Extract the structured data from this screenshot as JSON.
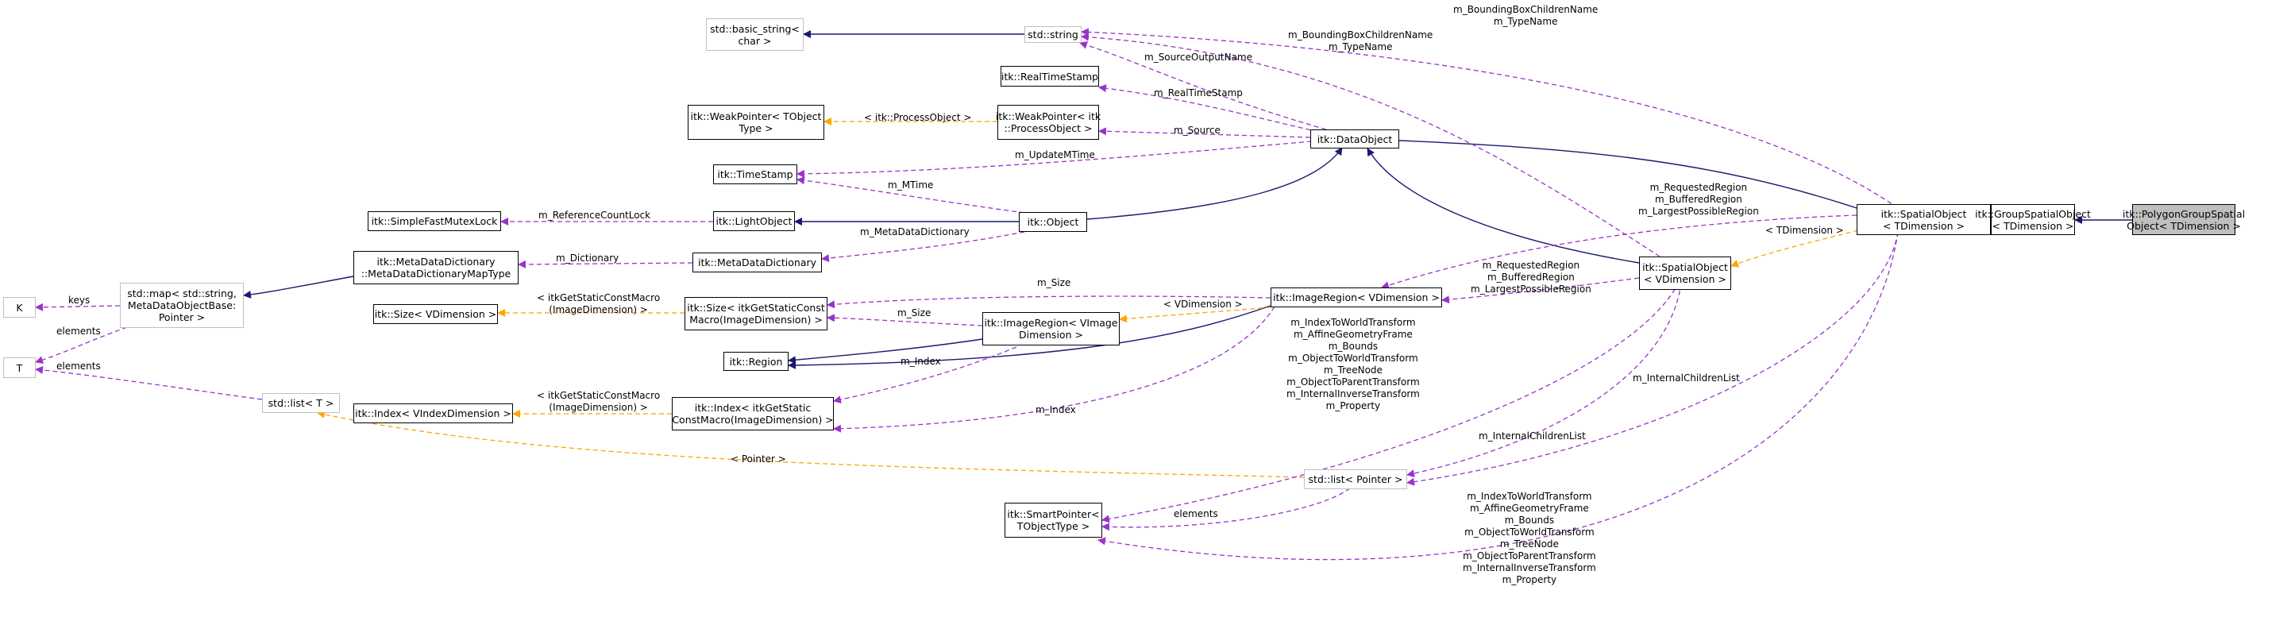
{
  "colors": {
    "inheritance": "#191970",
    "usage": "#9a32cd",
    "template": "#ffa500",
    "focus_fill": "#bfbfbf",
    "node_border": "#000000",
    "external_border": "#bfbfbf"
  },
  "nodes": {
    "basic_string": [
      "std::basic_string<",
      "char >"
    ],
    "std_string": [
      "std::string"
    ],
    "real_timestamp": [
      "itk::RealTimeStamp"
    ],
    "weakpointer_t": [
      "itk::WeakPointer< TObject",
      "Type >"
    ],
    "weakpointer_po": [
      "itk::WeakPointer< itk",
      "::ProcessObject >"
    ],
    "dataobject": [
      "itk::DataObject"
    ],
    "timestamp": [
      "itk::TimeStamp"
    ],
    "mutexlock": [
      "itk::SimpleFastMutexLock"
    ],
    "lightobject": [
      "itk::LightObject"
    ],
    "object": [
      "itk::Object"
    ],
    "mdd_maptype": [
      "itk::MetaDataDictionary",
      "::MetaDataDictionaryMapType"
    ],
    "mdd": [
      "itk::MetaDataDictionary"
    ],
    "std_map": [
      "std::map< std::string,",
      "MetaDataObjectBase:",
      "Pointer >"
    ],
    "k": [
      "K"
    ],
    "t": [
      "T"
    ],
    "size_v": [
      "itk::Size< VDimension >"
    ],
    "size_itk": [
      "itk::Size< itkGetStaticConst",
      "Macro(ImageDimension) >"
    ],
    "imageregion_v": [
      "itk::ImageRegion< VImage",
      "Dimension >"
    ],
    "region": [
      "itk::Region"
    ],
    "index_v": [
      "itk::Index< VIndexDimension >"
    ],
    "index_itk": [
      "itk::Index< itkGetStatic",
      "ConstMacro(ImageDimension) >"
    ],
    "std_list_t": [
      "std::list< T >"
    ],
    "imageregion_vd": [
      "itk::ImageRegion< VDimension >"
    ],
    "spatialobject_v": [
      "itk::SpatialObject",
      "< VDimension >"
    ],
    "spatialobject_t": [
      "itk::SpatialObject",
      "< TDimension >"
    ],
    "group_spatialobject": [
      "itk::GroupSpatialObject",
      "< TDimension >"
    ],
    "polygon_group": [
      "itk::PolygonGroupSpatial",
      "Object< TDimension >"
    ],
    "std_list_pointer": [
      "std::list< Pointer >"
    ],
    "smartpointer": [
      "itk::SmartPointer<",
      "TObjectType >"
    ]
  },
  "edges": {
    "bbox_typename_top": [
      "m_BoundingBoxChildrenName",
      "m_TypeName"
    ],
    "bbox_typename_mid": [
      "m_BoundingBoxChildrenName",
      "m_TypeName"
    ],
    "source_output_name": [
      "m_SourceOutputName"
    ],
    "real_timestamp": [
      "m_RealTimeStamp"
    ],
    "process_object": [
      "< itk::ProcessObject >"
    ],
    "source": [
      "m_Source"
    ],
    "update_mtime": [
      "m_UpdateMTime"
    ],
    "mtime": [
      "m_MTime"
    ],
    "ref_count_lock": [
      "m_ReferenceCountLock"
    ],
    "metadata_dictionary": [
      "m_MetaDataDictionary"
    ],
    "dictionary": [
      "m_Dictionary"
    ],
    "keys": [
      "keys"
    ],
    "elements_map": [
      "elements"
    ],
    "elements_list": [
      "elements"
    ],
    "regions_top": [
      "m_RequestedRegion",
      "m_BufferedRegion",
      "m_LargestPossibleRegion"
    ],
    "tdimension": [
      "< TDimension >"
    ],
    "regions_mid": [
      "m_RequestedRegion",
      "m_BufferedRegion",
      "m_LargestPossibleRegion"
    ],
    "size": [
      "m_Size"
    ],
    "size_mid": [
      "m_Size"
    ],
    "vdimension": [
      "< VDimension >"
    ],
    "static_const_size": [
      "< itkGetStaticConstMacro",
      "(ImageDimension) >"
    ],
    "index_mid": [
      "m_Index"
    ],
    "transforms_mid": [
      "m_IndexToWorldTransform",
      "m_AffineGeometryFrame",
      "m_Bounds",
      "m_ObjectToWorldTransform",
      "m_TreeNode",
      "m_ObjectToParentTransform",
      "m_InternalInverseTransform",
      "m_Property"
    ],
    "static_const_index": [
      "< itkGetStaticConstMacro",
      "(ImageDimension) >"
    ],
    "index": [
      "m_Index"
    ],
    "internal_children_right": [
      "m_InternalChildrenList"
    ],
    "internal_children_mid": [
      "m_InternalChildrenList"
    ],
    "pointer": [
      "< Pointer >"
    ],
    "elements_sp": [
      "elements"
    ],
    "transforms_bottom": [
      "m_IndexToWorldTransform",
      "m_AffineGeometryFrame",
      "m_Bounds",
      "m_ObjectToWorldTransform",
      "m_TreeNode",
      "m_ObjectToParentTransform",
      "m_InternalInverseTransform",
      "m_Property"
    ]
  }
}
